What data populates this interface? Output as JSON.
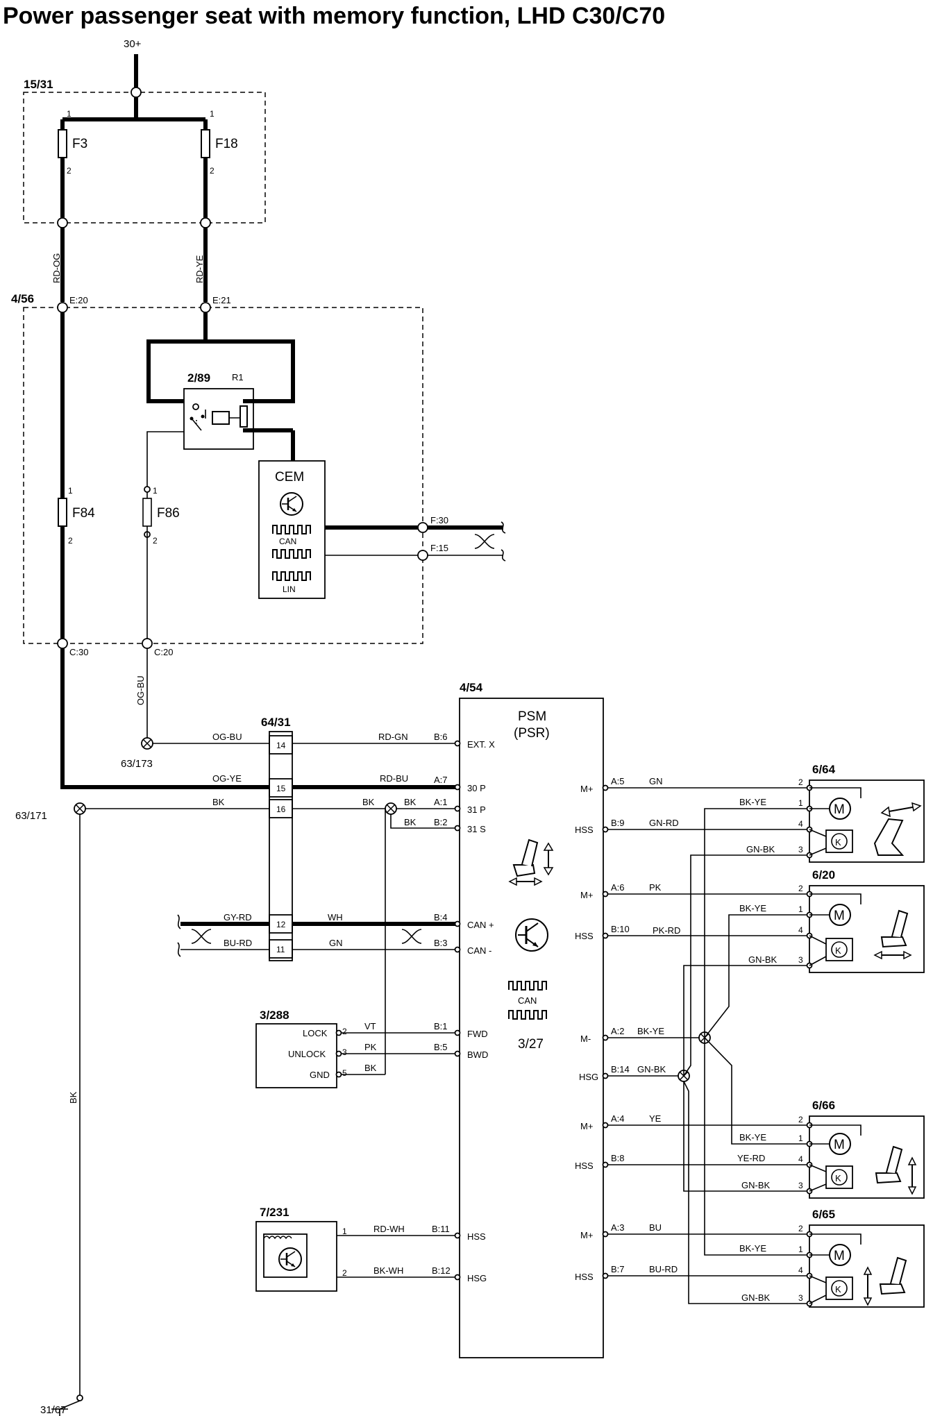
{
  "title": "Power passenger seat with memory function, LHD C30/C70",
  "supply": {
    "label": "30+"
  },
  "fuse_box_15_31": {
    "ref": "15/31",
    "fuses": [
      {
        "name": "F3",
        "pin_in": "1",
        "pin_out": "2"
      },
      {
        "name": "F18",
        "pin_in": "1",
        "pin_out": "2"
      }
    ]
  },
  "wire_colors": {
    "rd_og": "RD-OG",
    "rd_ye": "RD-YE",
    "og_bu_vertical": "OG-BU",
    "bk_ground": "BK",
    "og_bu": "OG-BU",
    "rd_gn": "RD-GN",
    "og_ye": "OG-YE",
    "rd_bu": "RD-BU",
    "bk_16": "BK",
    "bk_a1_left": "BK",
    "bk_a1_right": "BK",
    "bk_b2": "BK",
    "gy_rd": "GY-RD",
    "wh": "WH",
    "bu_rd": "BU-RD",
    "gn": "GN",
    "vt": "VT",
    "pk_unlock": "PK",
    "bk_gnd": "BK",
    "rd_wh": "RD-WH",
    "bk_wh": "BK-WH"
  },
  "cem_box": {
    "ref": "4/56",
    "connectors": {
      "e20": "E:20",
      "e21": "E:21",
      "c30": "C:30",
      "c20": "C:20",
      "f30": "F:30",
      "f15": "F:15"
    },
    "relay": {
      "ref": "2/89",
      "name": "R1"
    },
    "fuses": [
      {
        "name": "F84",
        "pin_in": "1",
        "pin_out": "2"
      },
      {
        "name": "F86",
        "pin_in": "1",
        "pin_out": "2"
      }
    ],
    "module": {
      "name": "CEM",
      "can": "CAN",
      "lin": "LIN"
    }
  },
  "grounds": {
    "g63_173": "63/173",
    "g63_171": "63/171",
    "g31_67": "31/67"
  },
  "connector_64_31": {
    "ref": "64/31",
    "pins": [
      "14",
      "15",
      "16",
      "12",
      "11"
    ]
  },
  "psm": {
    "ref": "4/54",
    "name": "PSM",
    "alt": "(PSR)",
    "can": "CAN",
    "sub_ref": "3/27",
    "left_pins": [
      {
        "conn": "B:6",
        "label": "EXT. X"
      },
      {
        "conn": "A:7",
        "label": "30 P"
      },
      {
        "conn": "A:1",
        "label": "31 P"
      },
      {
        "conn": "B:2",
        "label": "31 S"
      },
      {
        "conn": "B:4",
        "label": "CAN +"
      },
      {
        "conn": "B:3",
        "label": "CAN -"
      },
      {
        "conn": "B:1",
        "label": "FWD"
      },
      {
        "conn": "B:5",
        "label": "BWD"
      },
      {
        "conn": "B:11",
        "label": "HSS"
      },
      {
        "conn": "B:12",
        "label": "HSG"
      }
    ],
    "right_pins": [
      {
        "label": "M+",
        "conn": "A:5",
        "wire": "GN"
      },
      {
        "label": "HSS",
        "conn": "B:9",
        "wire": "GN-RD"
      },
      {
        "label": "M+",
        "conn": "A:6",
        "wire": "PK"
      },
      {
        "label": "HSS",
        "conn": "B:10",
        "wire": "PK-RD"
      },
      {
        "label": "M-",
        "conn": "A:2",
        "wire": "BK-YE"
      },
      {
        "label": "HSG",
        "conn": "B:14",
        "wire": "GN-BK"
      },
      {
        "label": "M+",
        "conn": "A:4",
        "wire": "YE"
      },
      {
        "label": "HSS",
        "conn": "B:8",
        "wire": ""
      },
      {
        "label": "M+",
        "conn": "A:3",
        "wire": "BU"
      },
      {
        "label": "HSS",
        "conn": "B:7",
        "wire": "BU-RD"
      }
    ]
  },
  "switch_3_288": {
    "ref": "3/288",
    "pins": [
      {
        "label": "LOCK",
        "pin": "2"
      },
      {
        "label": "UNLOCK",
        "pin": "3"
      },
      {
        "label": "GND",
        "pin": "5"
      }
    ]
  },
  "sensor_7_231": {
    "ref": "7/231",
    "pins": [
      "1",
      "2"
    ]
  },
  "motors": [
    {
      "ref": "6/64",
      "pins": [
        "2",
        "1",
        "4",
        "3"
      ],
      "wires": [
        "BK-YE",
        "GN-BK"
      ]
    },
    {
      "ref": "6/20",
      "pins": [
        "2",
        "1",
        "4",
        "3"
      ],
      "wires": [
        "BK-YE",
        "GN-BK"
      ]
    },
    {
      "ref": "6/66",
      "pins": [
        "2",
        "1",
        "4",
        "3"
      ],
      "wires": [
        "BK-YE",
        "YE-RD",
        "GN-BK"
      ]
    },
    {
      "ref": "6/65",
      "pins": [
        "2",
        "1",
        "4",
        "3"
      ],
      "wires": [
        "BK-YE",
        "GN-BK"
      ]
    }
  ],
  "motor_symbol": "M",
  "hall_symbol": "K"
}
